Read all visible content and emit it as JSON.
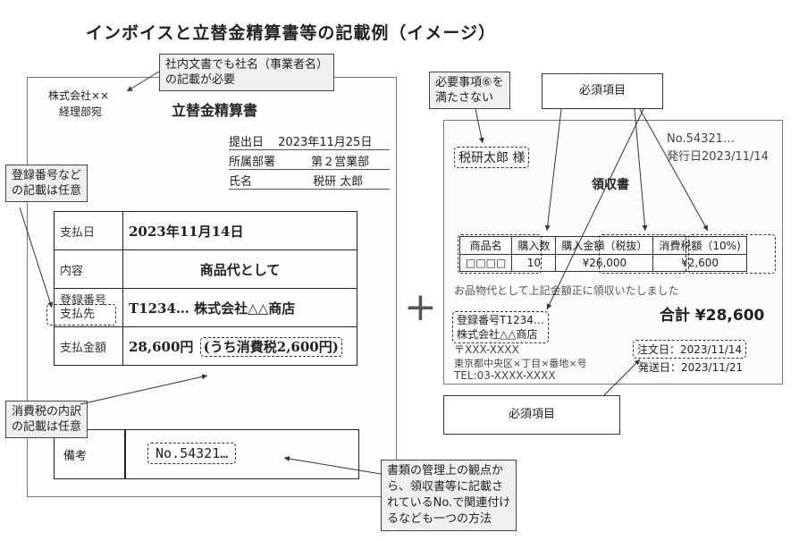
{
  "title": "インボイスと立替金精算書等の記載例（イメージ）",
  "settlement": {
    "recipient_company": "株式会社××",
    "recipient_dept": "経理部宛",
    "doc_title": "立替金精算書",
    "submit_label": "提出日",
    "submit_date": "2023年11月25日",
    "dept_label": "所属部署",
    "dept_value": "第２営業部",
    "name_label": "氏名",
    "name_value": "税研 太郎",
    "rows": [
      {
        "label": "支払日",
        "value": "2023年11月14日"
      },
      {
        "label": "内容",
        "value": "商品代として"
      },
      {
        "label": "支払先",
        "reg_label": "登録番号",
        "value": "T1234…  株式会社△△商店"
      },
      {
        "label": "支払金額",
        "value": "28,600円",
        "tax": "(うち消費税2,600円)"
      }
    ],
    "remarks_label": "備考",
    "remarks_value": "No.54321…"
  },
  "receipt": {
    "addressee": "税研太郎 様",
    "number": "No.54321…",
    "issue_date": "発行日2023/11/14",
    "doc_title": "領収書",
    "headers": [
      "商品名",
      "購入数",
      "購入金額（税抜）",
      "消費税額（10%)"
    ],
    "row": [
      "□□□□",
      "10",
      "¥26,000",
      "¥2,600"
    ],
    "note": "お品物代として上記金額正に領収いたしました",
    "total": "合計 ¥28,600",
    "issuer_reg": "登録番号T1234…",
    "issuer_name": "株式会社△△商店",
    "postal": "〒XXX-XXXX",
    "address": "東京都中央区×丁目×番地×号",
    "tel": "TEL:03-XXXX-XXXX",
    "order_date": "注文日：2023/11/14",
    "ship_date": "発送日：2023/11/21"
  },
  "callouts": {
    "company_name": "社内文書でも社名（事業者名）\nの記載が必要",
    "reg_optional": "登録番号など\nの記載は任意",
    "tax_optional": "消費税の内訳\nの記載は任意",
    "management": "書類の管理上の観点か\nら、領収書等に記載さ\nれているNo.で関連付け\nるなども一つの方法",
    "requirement6": "必要事項⑥を\n満たさない",
    "required_top": "必須項目",
    "required_bottom": "必須項目"
  }
}
